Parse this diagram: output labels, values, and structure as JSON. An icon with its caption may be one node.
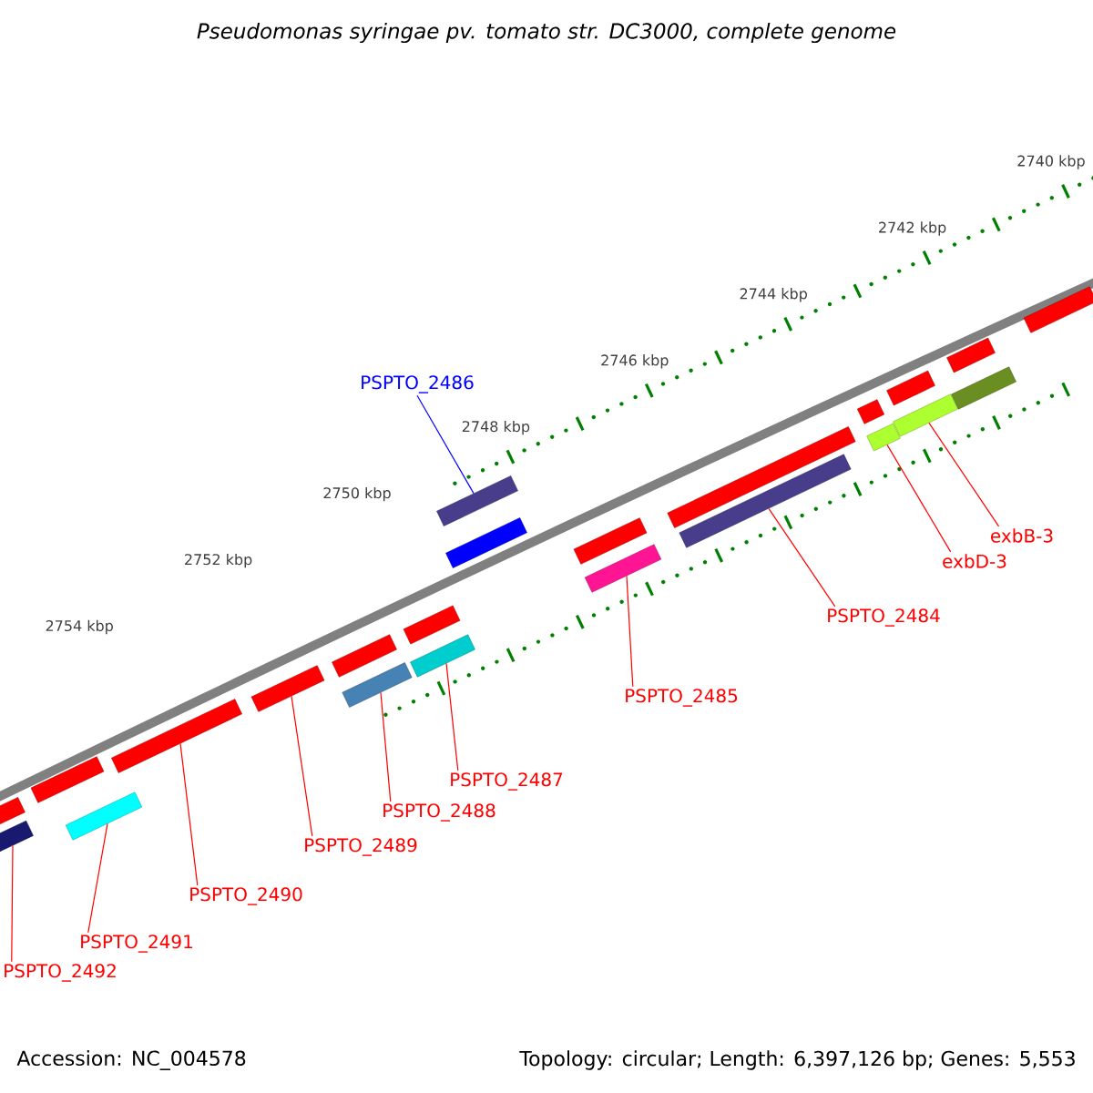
{
  "diagram": {
    "title": "Pseudomonas syringae pv. tomato str. DC3000, complete genome",
    "nodes": [
      {
        "text": [
          "PSPTO_2486"
        ]
      },
      {
        "text": [
          "exbB-3"
        ]
      },
      {
        "text": [
          "exbD-3"
        ]
      },
      {
        "text": [
          "PSPTO_2484"
        ]
      },
      {
        "text": [
          "PSPTO_2485"
        ]
      },
      {
        "text": [
          "PSPTO_2487"
        ]
      },
      {
        "text": [
          "PSPTO_2488"
        ]
      },
      {
        "text": [
          "PSPTO_2489"
        ]
      },
      {
        "text": [
          "PSPTO_2490"
        ]
      },
      {
        "text": [
          "PSPTO_2491"
        ]
      },
      {
        "text": [
          "PSPTO_2492"
        ]
      },
      {
        "text": [],
        "shape": "bar"
      },
      {
        "text": [],
        "shape": "bar"
      },
      {
        "text": [],
        "shape": "bar"
      },
      {
        "text": [],
        "shape": "bar"
      },
      {
        "text": [],
        "shape": "bar"
      },
      {
        "text": [],
        "shape": "bar"
      },
      {
        "text": [],
        "shape": "bar"
      },
      {
        "text": [],
        "shape": "bar"
      },
      {
        "text": [],
        "shape": "bar"
      },
      {
        "text": [],
        "shape": "bar"
      },
      {
        "text": [],
        "shape": "bar"
      },
      {
        "text": [],
        "shape": "bar"
      },
      {
        "text": [],
        "shape": "bar"
      },
      {
        "text": [],
        "shape": "bar"
      },
      {
        "text": [],
        "shape": "bar"
      },
      {
        "text": [],
        "shape": "bar"
      },
      {
        "text": [],
        "shape": "bar"
      },
      {
        "text": [],
        "shape": "bar"
      },
      {
        "text": [],
        "shape": "bar"
      },
      {
        "text": [],
        "shape": "bar"
      },
      {
        "text": [],
        "shape": "bar"
      },
      {
        "text": [],
        "shape": "bar"
      },
      {
        "text": [],
        "shape": "bar"
      }
    ],
    "edges": [
      {
        "from": 0,
        "to": 21,
        "arrow": "none",
        "color": "#0000ff"
      },
      {
        "from": 1,
        "to": 30,
        "arrow": "none"
      },
      {
        "from": 2,
        "to": 28,
        "arrow": "none"
      },
      {
        "from": 3,
        "to": 26,
        "arrow": "none"
      },
      {
        "from": 4,
        "to": 24,
        "arrow": "none"
      },
      {
        "from": 5,
        "to": 20,
        "arrow": "none"
      },
      {
        "from": 6,
        "to": 18,
        "arrow": "none"
      },
      {
        "from": 7,
        "to": 16,
        "arrow": "none"
      },
      {
        "from": 8,
        "to": 15,
        "arrow": "none"
      },
      {
        "from": 9,
        "to": 14,
        "arrow": "none"
      },
      {
        "from": 10,
        "to": 12,
        "arrow": "none"
      }
    ],
    "labels": [
      "2740 kbp",
      "2742 kbp",
      "2744 kbp",
      "2746 kbp",
      "2748 kbp",
      "2750 kbp",
      "2752 kbp",
      "2754 kbp",
      "Accession: NC_004578",
      "Topology: circular; Length: 6,397,126 bp; Genes: 5,553"
    ]
  }
}
